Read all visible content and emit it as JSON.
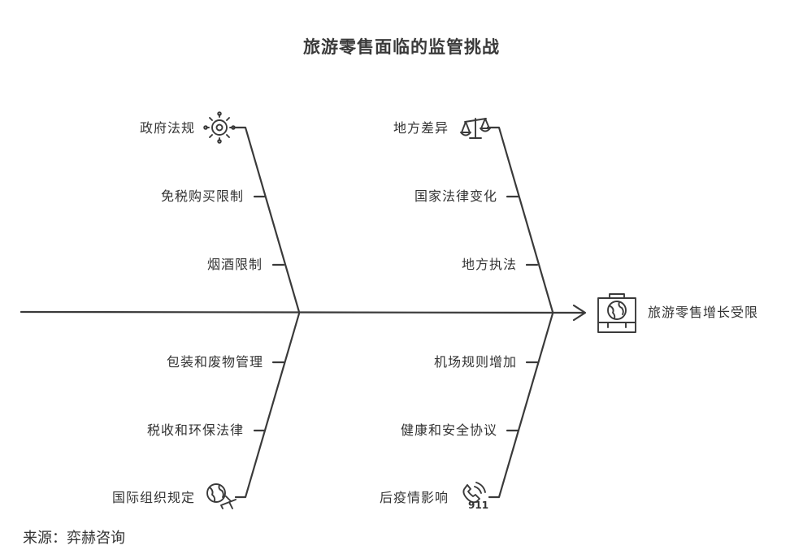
{
  "title": "旅游零售面临的监管挑战",
  "effect": {
    "label": "旅游零售增长受限",
    "icon": "briefcase-globe-icon"
  },
  "bones": {
    "top_left": {
      "causes": [
        "政府法规",
        "免税购买限制",
        "烟酒限制"
      ],
      "icon": "gear-badge-icon"
    },
    "top_right": {
      "causes": [
        "地方差异",
        "国家法律变化",
        "地方执法"
      ],
      "icon": "scales-icon"
    },
    "bottom_left": {
      "causes": [
        "包装和废物管理",
        "税收和环保法律",
        "国际组织规定"
      ],
      "icon": "globe-plane-icon"
    },
    "bottom_right": {
      "causes": [
        "机场规则增加",
        "健康和安全协议",
        "后疫情影响"
      ],
      "icon": "phone-911-icon",
      "icon_text": "911"
    }
  },
  "source": "来源：弈赫咨询"
}
